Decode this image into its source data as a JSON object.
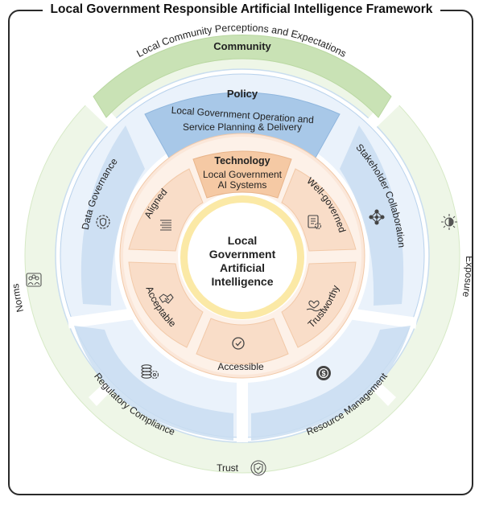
{
  "title": "Local Government Responsible Artificial Intelligence Framework",
  "center": {
    "lines": [
      "Local",
      "Government",
      "Artificial",
      "Intelligence"
    ]
  },
  "community": {
    "heading": "Community",
    "subtitle": "Local Community Perceptions and Expectations",
    "color": "#c9e2b5"
  },
  "policy": {
    "heading": "Policy",
    "line1": "Local Government Operation and",
    "line2": "Service Planning & Delivery",
    "color": "#a8c8e8"
  },
  "technology": {
    "heading": "Technology",
    "line1": "Local Government",
    "line2": "AI Systems",
    "color": "#f5c9a4"
  },
  "outer_labels": {
    "norms": "Norms",
    "exposure": "Exposure",
    "trust": "Trust"
  },
  "policy_ring_labels": {
    "data_governance": "Data Governance",
    "stakeholder_collaboration": "Stakeholder Collaboration",
    "regulatory_compliance": "Regulatory Compliance",
    "resource_management": "Resource Management"
  },
  "tech_ring_labels": {
    "aligned": "Aligned",
    "well_governed": "Well-governed",
    "acceptable": "Acceptable",
    "trustworthy": "Trustworthy",
    "accessible": "Accessible"
  },
  "icons": {
    "norms": "people-norms-icon",
    "exposure": "half-sun-exposure-icon",
    "trust": "shield-badge-trust-icon",
    "data_governance": "shield-gear-icon",
    "stakeholder_collaboration": "network-nodes-icon",
    "regulatory_compliance": "coins-gear-icon",
    "resource_management": "money-cycle-icon",
    "aligned": "aligned-lines-icon",
    "well_governed": "clipboard-gear-icon",
    "acceptable": "handshake-icon",
    "trustworthy": "hand-heart-icon",
    "accessible": "check-circle-icon"
  }
}
